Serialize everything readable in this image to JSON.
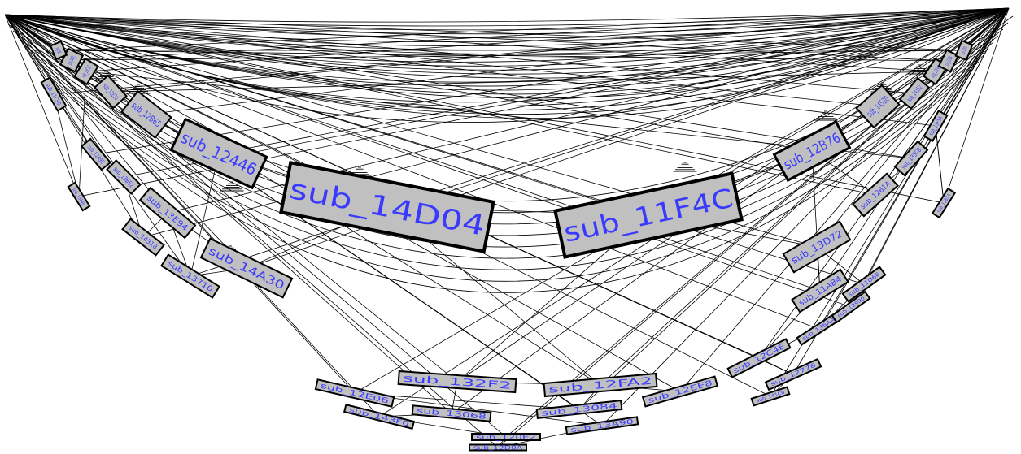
{
  "graph": {
    "colors": {
      "node_fill": "#c0c0c0",
      "node_border": "#000000",
      "label": "#3a3aff",
      "edge": "#000000",
      "background": "#ffffff"
    },
    "nodes": [
      {
        "id": "n1",
        "label": "sub_14D04"
      },
      {
        "id": "n2",
        "label": "sub_11F4C"
      },
      {
        "id": "n3",
        "label": "sub_12446"
      },
      {
        "id": "n4",
        "label": "sub_12B76"
      },
      {
        "id": "n5",
        "label": "sub_14A30"
      },
      {
        "id": "n6",
        "label": "sub_12B65"
      },
      {
        "id": "n7",
        "label": "sub_14530"
      },
      {
        "id": "n8",
        "label": "sub_12FA2"
      },
      {
        "id": "n9",
        "label": "sub_132F2"
      },
      {
        "id": "n10",
        "label": "sub_13084"
      },
      {
        "id": "n11",
        "label": "sub_13068"
      },
      {
        "id": "n12",
        "label": "sub_12E06"
      },
      {
        "id": "n13",
        "label": "sub_12EE8"
      },
      {
        "id": "n14",
        "label": "sub_143F0"
      },
      {
        "id": "n15",
        "label": "sub_13A90"
      },
      {
        "id": "n16",
        "label": "sub_120E2"
      },
      {
        "id": "n17",
        "label": "sub_12D0A"
      },
      {
        "id": "n18",
        "label": "sub_13D72"
      },
      {
        "id": "n19",
        "label": "sub_11AB4"
      },
      {
        "id": "n20",
        "label": "sub_12C4E"
      },
      {
        "id": "n21",
        "label": "sub_13E94"
      },
      {
        "id": "n22",
        "label": "sub_13710"
      },
      {
        "id": "n23",
        "label": "sub_14318"
      },
      {
        "id": "n24",
        "label": "sub_1261A"
      },
      {
        "id": "n25",
        "label": "sub_135C8"
      },
      {
        "id": "n26",
        "label": "sub_11E20"
      },
      {
        "id": "n27",
        "label": "sub_13B52"
      },
      {
        "id": "n28",
        "label": "sub_12A9C"
      },
      {
        "id": "n29",
        "label": "sub_14152"
      },
      {
        "id": "n30",
        "label": "sub_12F40"
      },
      {
        "id": "n31",
        "label": "sub_13C2E"
      },
      {
        "id": "n32",
        "label": "sub_11D66"
      },
      {
        "id": "n33",
        "label": "sub_136AA"
      },
      {
        "id": "n34",
        "label": "sub_12778"
      },
      {
        "id": "n35",
        "label": "sub_1402C"
      },
      {
        "id": "n36",
        "label": "sub_133B4"
      },
      {
        "id": "n37",
        "label": "sub_11C90"
      },
      {
        "id": "n38",
        "label": "sub_13F5A"
      },
      {
        "id": "n39",
        "label": "sub_127E2"
      },
      {
        "id": "n40",
        "label": "sub_1396C"
      },
      {
        "id": "n41",
        "label": "sub_12990"
      },
      {
        "id": "n42",
        "label": "sub_13448"
      },
      {
        "id": "n43",
        "label": "sub_11B3A"
      },
      {
        "id": "n44",
        "label": "sub_141C6"
      }
    ]
  }
}
